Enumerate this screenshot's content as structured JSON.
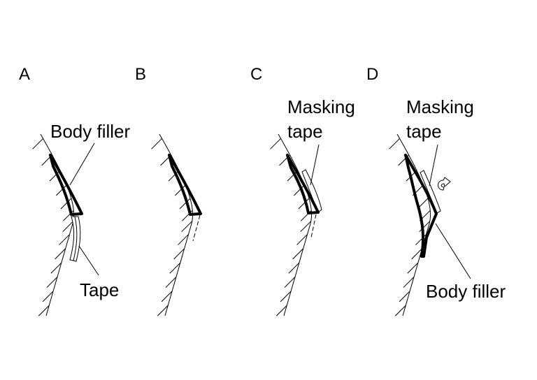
{
  "panels": [
    "A",
    "B",
    "C",
    "D"
  ],
  "labels": {
    "a_body_filler": "Body filler",
    "a_tape": "Tape",
    "c_masking": "Masking",
    "c_tape": "tape",
    "d_masking": "Masking",
    "d_tape": "tape",
    "d_body_filler": "Body filler"
  },
  "icons": {
    "d_arrow": "curved-arrow-icon"
  },
  "colors": {
    "ink": "#000000",
    "background": "#ffffff"
  }
}
